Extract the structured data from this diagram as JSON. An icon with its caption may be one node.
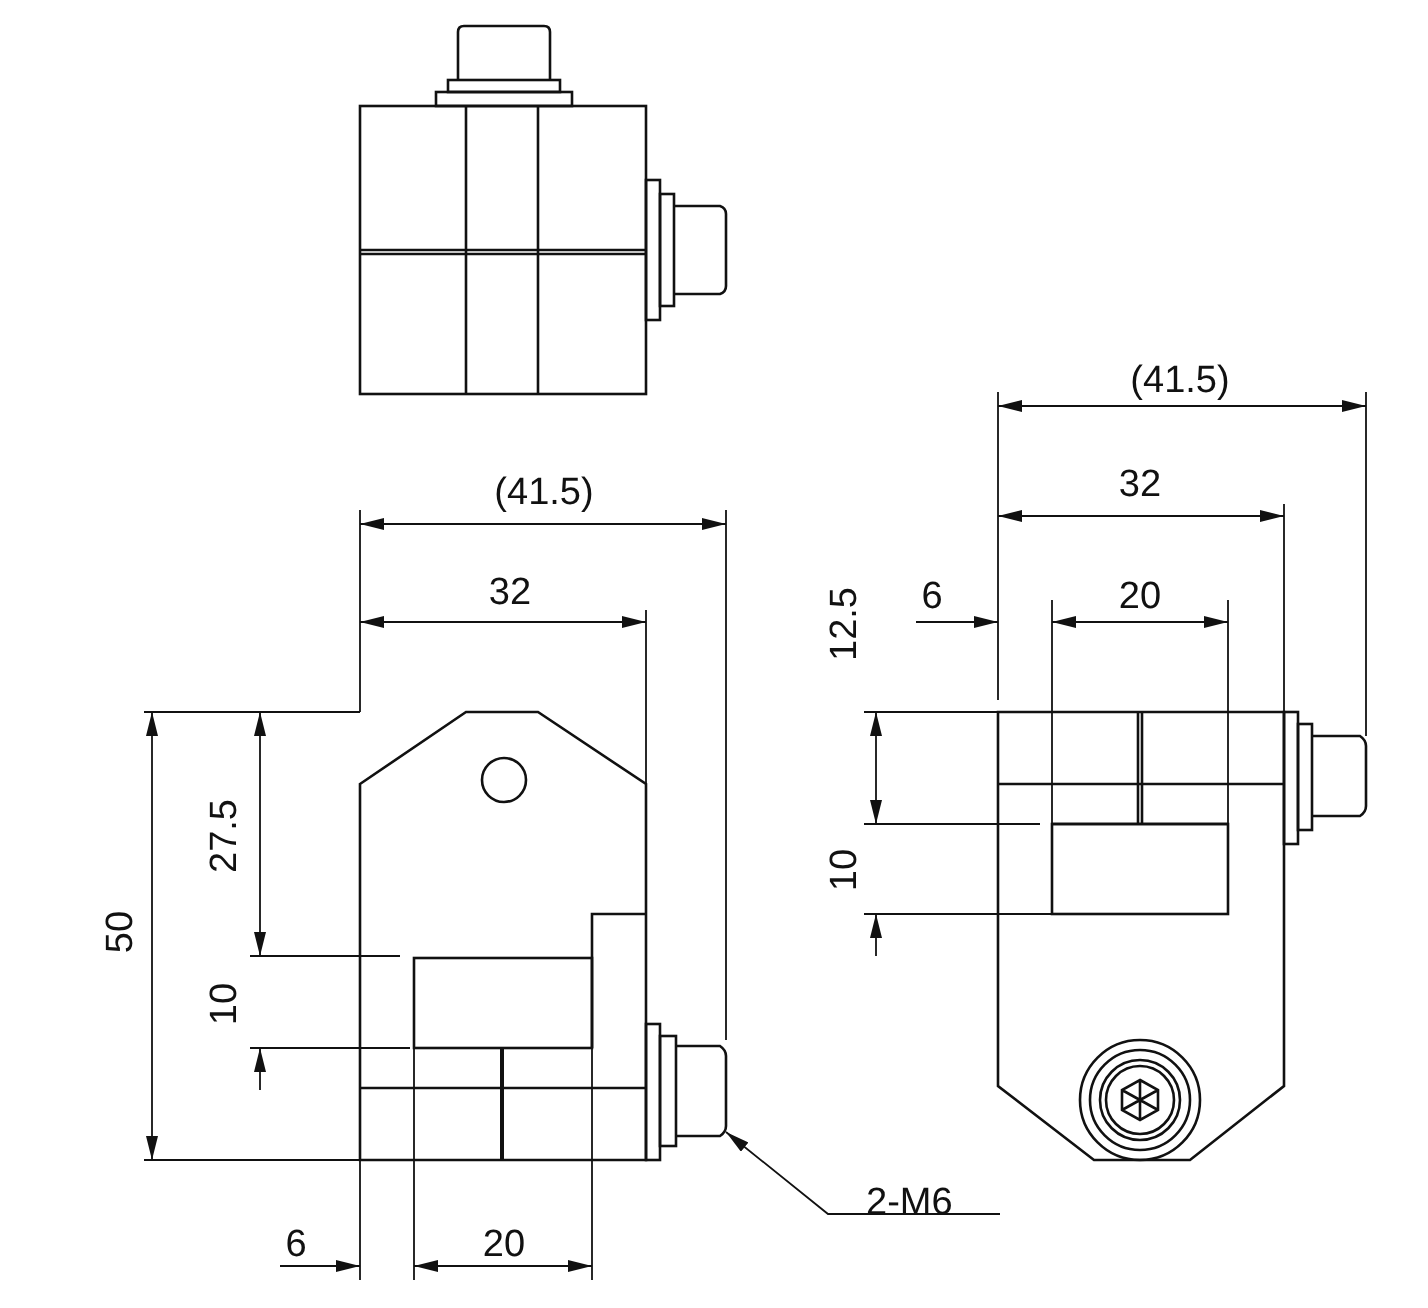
{
  "diagram": {
    "nodes": [
      {
        "text": [
          "2-M6"
        ]
      },
      {
        "text": [],
        "shape": "picture"
      }
    ],
    "edges": [
      {
        "from": 0,
        "to": 1,
        "arrow": "to"
      }
    ],
    "labels": [
      "(41.5)",
      "32",
      "(41.5)",
      "6",
      "20",
      "32",
      "12.5",
      "27.5",
      "10",
      "50",
      "10",
      "6",
      "20"
    ]
  }
}
